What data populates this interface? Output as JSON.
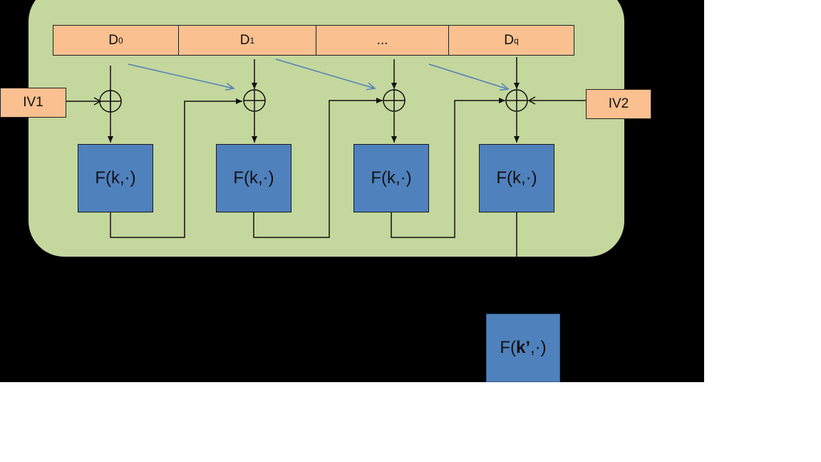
{
  "diagram": {
    "title": "Cascade MAC construction with two IVs and outer PRF",
    "data_blocks": [
      {
        "base": "D",
        "sub": "0"
      },
      {
        "base": "D",
        "sub": "1"
      },
      {
        "base": "...",
        "sub": ""
      },
      {
        "base": "D",
        "sub": "q"
      }
    ],
    "iv_left": "IV1",
    "iv_right": "IV2",
    "inner_prf_label": "F(k,·)",
    "outer_prf": {
      "prefix": "F(",
      "key": "k’",
      "suffix": ",·)"
    },
    "colors": {
      "panel": "#c4d79c",
      "data_block": "#fac08f",
      "prf_box": "#4f81bd",
      "skip_arrow": "#4f81bd",
      "background": "#000000"
    },
    "xor_symbol": "⊕"
  }
}
